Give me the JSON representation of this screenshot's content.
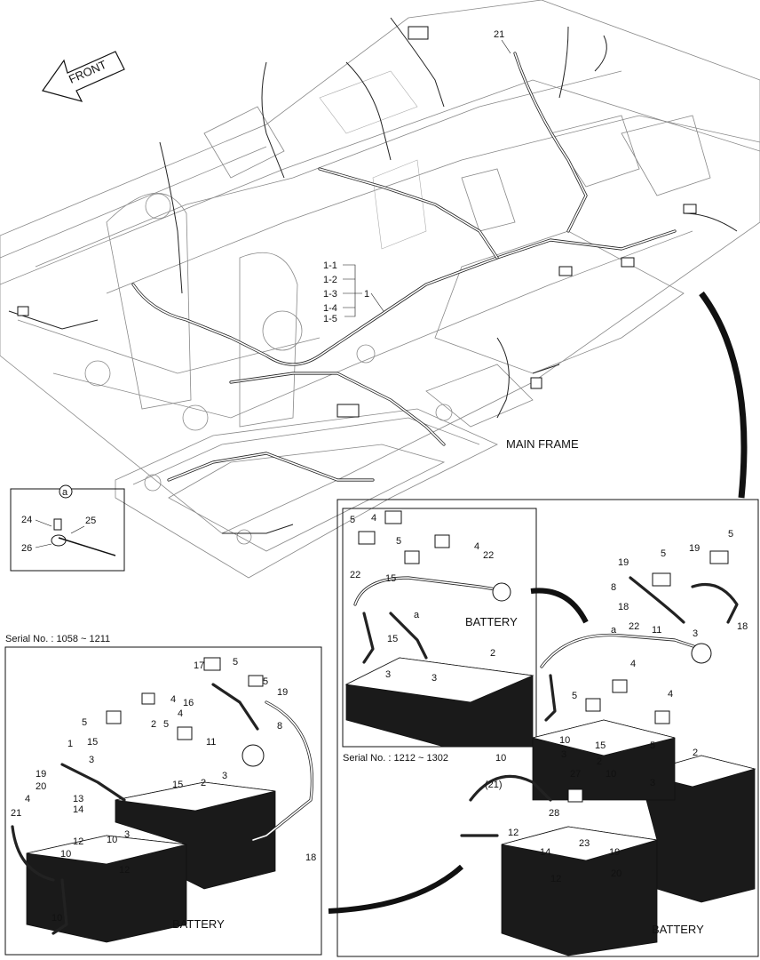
{
  "front_arrow": {
    "label": "FRONT"
  },
  "main_frame_label": "MAIN FRAME",
  "harness_callouts": [
    "1-1",
    "1-2",
    "1-3",
    "1-4",
    "1-5"
  ],
  "harness_main_number": "1",
  "top_callout": "21",
  "detail_a": {
    "marker": "a",
    "labels": [
      "24",
      "25",
      "26"
    ]
  },
  "left_panel": {
    "serial": "Serial No. : 1058 ~ 1211",
    "battery_label": "BATTERY",
    "labels": [
      "17",
      "5",
      "5",
      "19",
      "16",
      "4",
      "8",
      "4",
      "5",
      "2",
      "5",
      "11",
      "15",
      "3",
      "1",
      "15",
      "2",
      "3",
      "19",
      "20",
      "13",
      "14",
      "4",
      "21",
      "12",
      "10",
      "3",
      "10",
      "12",
      "18",
      "10"
    ]
  },
  "right_inset": {
    "serial": "Serial No. : 1212 ~ 1302",
    "battery_label": "BATTERY",
    "labels": [
      "5",
      "4",
      "5",
      "4",
      "22",
      "15",
      "22",
      "3",
      "2",
      "3",
      "15",
      "a"
    ]
  },
  "right_panel": {
    "battery_label": "BATTERY",
    "labels": [
      "5",
      "19",
      "5",
      "8",
      "19",
      "18",
      "18",
      "22",
      "11",
      "3",
      "a",
      "4",
      "4",
      "5",
      "15",
      "5",
      "2",
      "10",
      "3",
      "2",
      "10",
      "(21)",
      "27",
      "10",
      "3",
      "28",
      "12",
      "23",
      "14",
      "19",
      "12",
      "20"
    ]
  }
}
